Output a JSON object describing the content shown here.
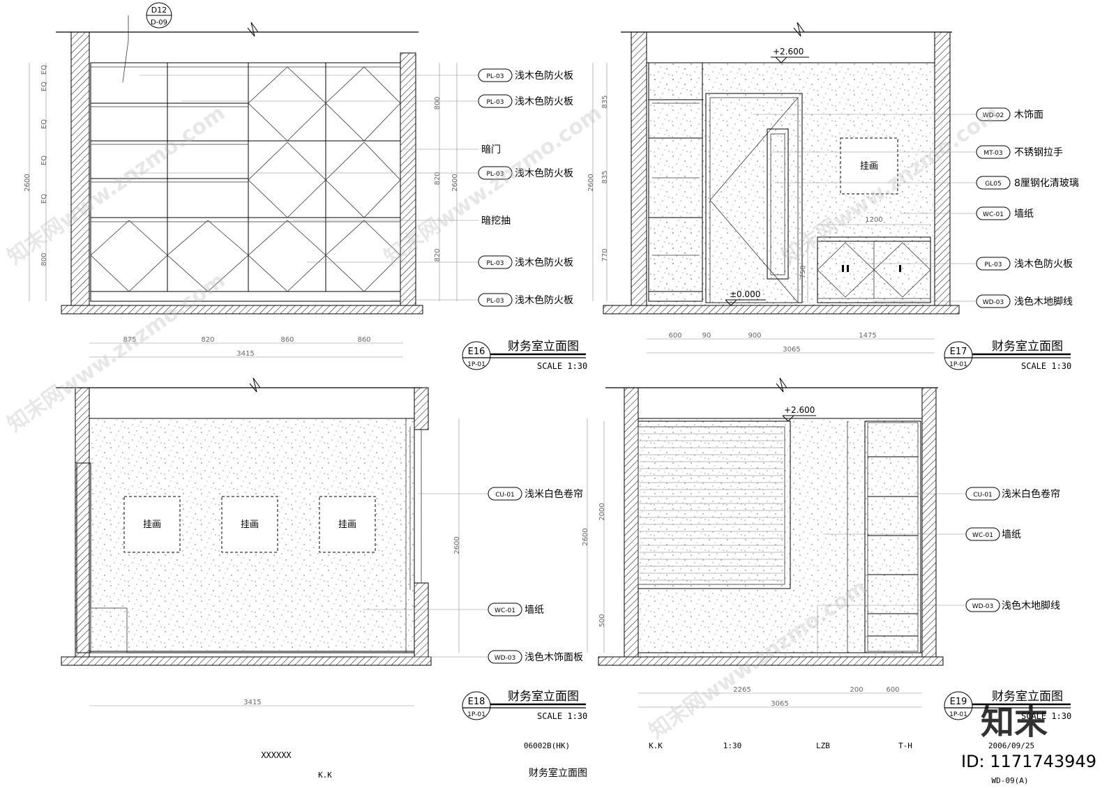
{
  "views": [
    {
      "id": "E16",
      "sheet": "1P-01",
      "title": "财务室立面图",
      "scale": "SCALE 1:30",
      "ref_tag": {
        "top": "D12",
        "bottom": "D-09"
      },
      "dims_bottom": [
        "875",
        "820",
        "860",
        "860"
      ],
      "dim_total": "3415",
      "dims_left": [
        "2600",
        "800",
        "EQ",
        "EQ",
        "EQ",
        "EQ",
        "EQ"
      ],
      "dims_right": [
        "800",
        "820",
        "820",
        "2600"
      ],
      "callouts": [
        {
          "code": "PL-03",
          "text": "浅木色防火板"
        },
        {
          "code": "PL-03",
          "text": "浅木色防火板"
        },
        {
          "code": "",
          "text": "暗门"
        },
        {
          "code": "PL-03",
          "text": "浅木色防火板"
        },
        {
          "code": "",
          "text": "暗挖抽"
        },
        {
          "code": "PL-03",
          "text": "浅木色防火板"
        },
        {
          "code": "PL-03",
          "text": "浅木色防火板"
        }
      ]
    },
    {
      "id": "E17",
      "sheet": "1P-01",
      "title": "财务室立面图",
      "scale": "SCALE 1:30",
      "level_top": "+2.600",
      "level_floor": "±0.000",
      "dims_bottom": [
        "600",
        "90",
        "900",
        "1475"
      ],
      "dim_total": "3065",
      "dims_left": [
        "2600",
        "835",
        "835",
        "770"
      ],
      "dim_counter": "1200",
      "dim_counter_h": "750",
      "labels": [
        "挂画"
      ],
      "callouts": [
        {
          "code": "WD-02",
          "text": "木饰面"
        },
        {
          "code": "MT-03",
          "text": "不锈钢拉手"
        },
        {
          "code": "GL05",
          "text": "8厘钢化清玻璃"
        },
        {
          "code": "WC-01",
          "text": "墙纸"
        },
        {
          "code": "PL-03",
          "text": "浅木色防火板"
        },
        {
          "code": "WD-03",
          "text": "浅色木地脚线"
        }
      ]
    },
    {
      "id": "E18",
      "sheet": "1P-01",
      "title": "财务室立面图",
      "scale": "SCALE 1:30",
      "dim_total": "3415",
      "dims_right": [
        "2600"
      ],
      "labels": [
        "挂画",
        "挂画",
        "挂画"
      ],
      "callouts": [
        {
          "code": "CU-01",
          "text": "浅米白色卷帘"
        },
        {
          "code": "WC-01",
          "text": "墙纸"
        },
        {
          "code": "WD-03",
          "text": "浅色木饰面板"
        }
      ]
    },
    {
      "id": "E19",
      "sheet": "1P-01",
      "title": "财务室立面图",
      "scale": "SCALE 1:30",
      "level_top": "+2.600",
      "dims_bottom": [
        "2265",
        "200",
        "600"
      ],
      "dim_total": "3065",
      "dims_left": [
        "2600",
        "2000",
        "500"
      ],
      "callouts": [
        {
          "code": "CU-01",
          "text": "浅米白色卷帘"
        },
        {
          "code": "WC-01",
          "text": "墙纸"
        },
        {
          "code": "WD-03",
          "text": "浅色木地脚线"
        }
      ]
    }
  ],
  "title_block": {
    "project": "XXXXXX",
    "client": "K.K",
    "drawing_no": "06002B(HK)",
    "drawing_title": "财务室立面图",
    "designer": "K.K",
    "scale": "1:30",
    "drawn": "LZB",
    "checked": "T-H",
    "date": "2006/09/25",
    "sheet": "WD-09(A)"
  },
  "watermark": {
    "text": "知末网www.znzmo.com",
    "logo": "知末",
    "id": "ID: 1171743949"
  }
}
